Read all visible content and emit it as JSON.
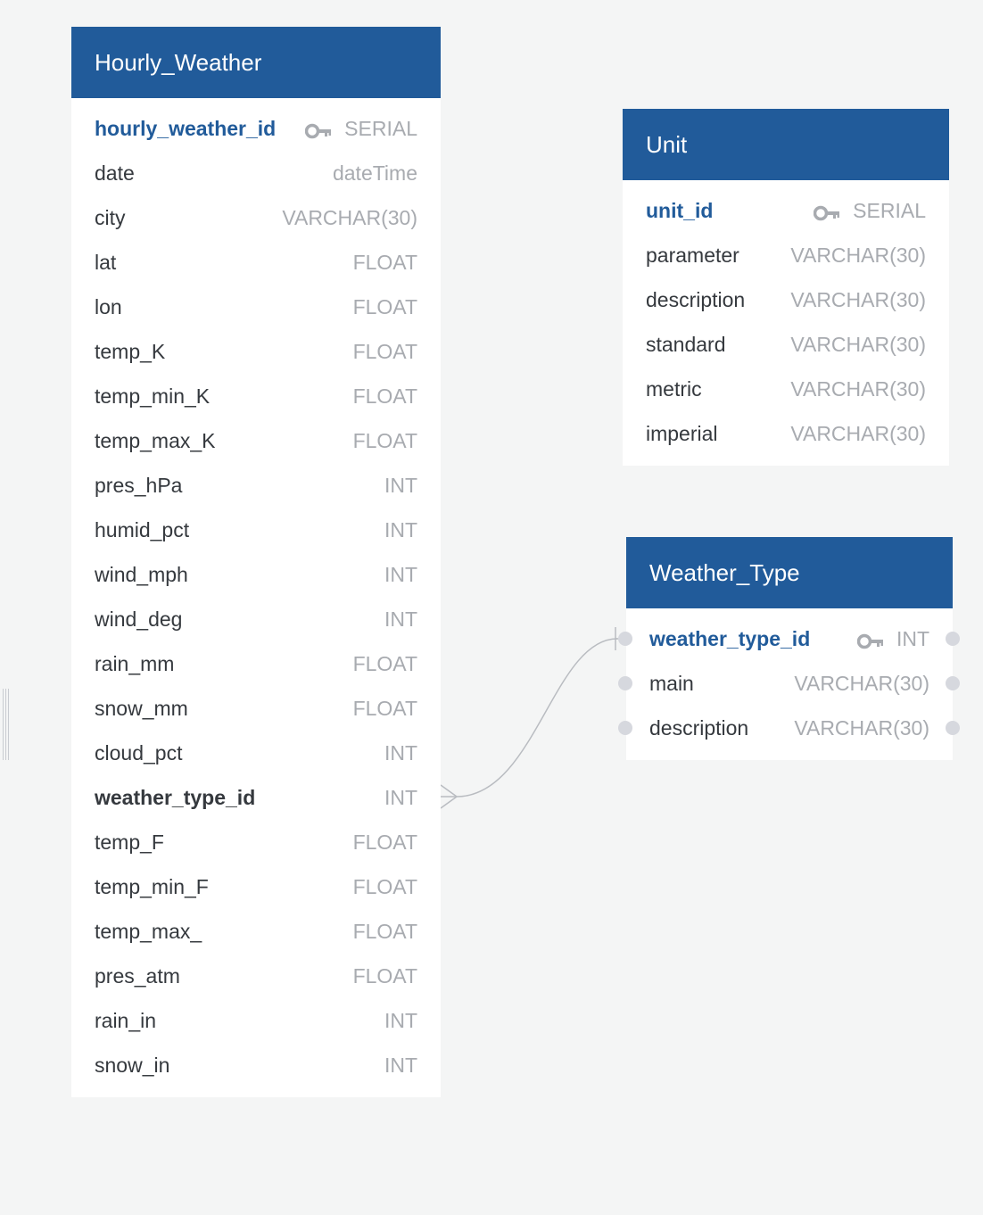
{
  "tables": {
    "hourly_weather": {
      "title": "Hourly_Weather",
      "fields": [
        {
          "name": "hourly_weather_id",
          "type": "SERIAL",
          "pk": true
        },
        {
          "name": "date",
          "type": "dateTime"
        },
        {
          "name": "city",
          "type": "VARCHAR(30)"
        },
        {
          "name": "lat",
          "type": "FLOAT"
        },
        {
          "name": "lon",
          "type": "FLOAT"
        },
        {
          "name": "temp_K",
          "type": "FLOAT"
        },
        {
          "name": "temp_min_K",
          "type": "FLOAT"
        },
        {
          "name": "temp_max_K",
          "type": "FLOAT"
        },
        {
          "name": "pres_hPa",
          "type": "INT"
        },
        {
          "name": "humid_pct",
          "type": "INT"
        },
        {
          "name": "wind_mph",
          "type": "INT"
        },
        {
          "name": "wind_deg",
          "type": "INT"
        },
        {
          "name": "rain_mm",
          "type": "FLOAT"
        },
        {
          "name": "snow_mm",
          "type": "FLOAT"
        },
        {
          "name": "cloud_pct",
          "type": "INT"
        },
        {
          "name": "weather_type_id",
          "type": "INT",
          "fk": true
        },
        {
          "name": "temp_F",
          "type": "FLOAT"
        },
        {
          "name": "temp_min_F",
          "type": "FLOAT"
        },
        {
          "name": "temp_max_",
          "type": "FLOAT"
        },
        {
          "name": "pres_atm",
          "type": "FLOAT"
        },
        {
          "name": "rain_in",
          "type": "INT"
        },
        {
          "name": "snow_in",
          "type": "INT"
        }
      ]
    },
    "unit": {
      "title": "Unit",
      "fields": [
        {
          "name": "unit_id",
          "type": "SERIAL",
          "pk": true
        },
        {
          "name": "parameter",
          "type": "VARCHAR(30)"
        },
        {
          "name": "description",
          "type": "VARCHAR(30)"
        },
        {
          "name": "standard",
          "type": "VARCHAR(30)"
        },
        {
          "name": "metric",
          "type": "VARCHAR(30)"
        },
        {
          "name": "imperial",
          "type": "VARCHAR(30)"
        }
      ]
    },
    "weather_type": {
      "title": "Weather_Type",
      "fields": [
        {
          "name": "weather_type_id",
          "type": "INT",
          "pk": true
        },
        {
          "name": "main",
          "type": "VARCHAR(30)"
        },
        {
          "name": "description",
          "type": "VARCHAR(30)"
        }
      ]
    }
  },
  "relationships": [
    {
      "from": "Hourly_Weather.weather_type_id",
      "to": "Weather_Type.weather_type_id",
      "cardinality": "many-to-one"
    }
  ],
  "colors": {
    "header": "#215b9a",
    "background": "#f4f5f5",
    "pk_text": "#215b9a",
    "type_text": "#a8abb0",
    "port": "#d6d8de",
    "link": "#b9bcc1"
  },
  "icons": {
    "primary_key": "key-icon"
  }
}
